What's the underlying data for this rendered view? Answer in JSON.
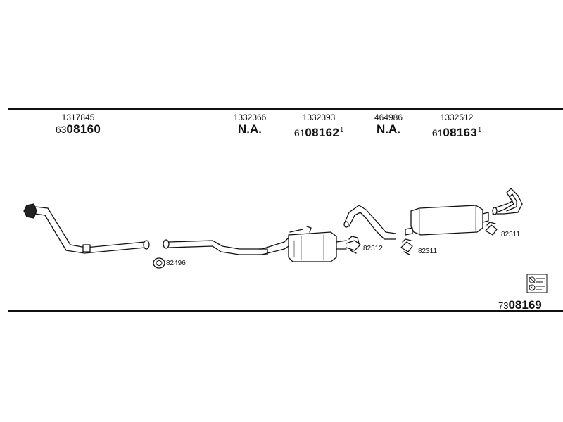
{
  "parts": [
    {
      "part_number": "1317845",
      "code_prefix": "63",
      "code_main": "08160",
      "note": ""
    },
    {
      "part_number": "1332366",
      "code_prefix": "",
      "code_main": "N.A.",
      "note": ""
    },
    {
      "part_number": "1332393",
      "code_prefix": "61",
      "code_main": "08162",
      "note": "1"
    },
    {
      "part_number": "464986",
      "code_prefix": "",
      "code_main": "N.A.",
      "note": ""
    },
    {
      "part_number": "1332512",
      "code_prefix": "61",
      "code_main": "08163",
      "note": "1"
    }
  ],
  "clamps": {
    "front": "82496",
    "middle": "82312",
    "rear_left": "82311",
    "rear_right": "82311"
  },
  "kit": {
    "code_prefix": "73",
    "code_main": "08169"
  },
  "icons": {
    "kit_icon": "parts-kit-icon"
  }
}
